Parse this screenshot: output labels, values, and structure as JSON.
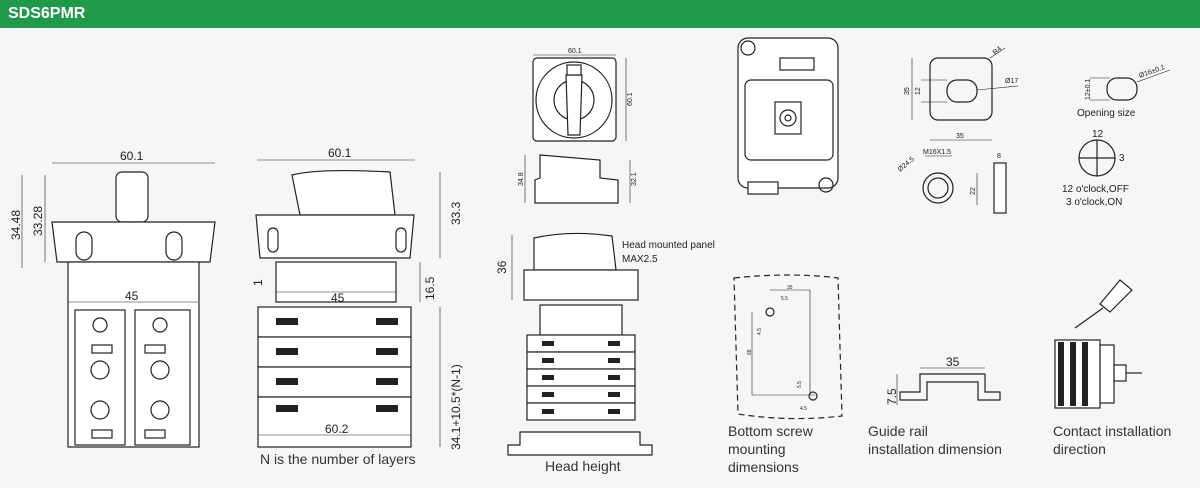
{
  "header": {
    "title": "SDS6PMR",
    "color": "#1f9a4a"
  },
  "front_view": {
    "width": "60.1",
    "height_total": "34.48",
    "height_head": "33.28",
    "body_width": "45"
  },
  "side_view": {
    "width": "60.1",
    "head_height": "33.3",
    "gap": "1",
    "adapter_height": "16.5",
    "adapter_width": "45",
    "body_height_formula": "34.1+10.5*(N-1)",
    "body_width": "60.2",
    "caption": "N is the number of layers"
  },
  "head_view": {
    "top_width": "60.1",
    "top_height": "60.1",
    "side_height_left": "34.8",
    "side_height_right": "32.1",
    "mounted_height": "36",
    "panel_note": "Head mounted panel",
    "panel_max": "MAX2.5",
    "caption": "Head height"
  },
  "panel_cutout": {
    "radius": "R4",
    "height": "35",
    "slot_height": "12",
    "hole_dia": "Ø17",
    "width": "35",
    "thread": "M16X1.5",
    "nut_dia": "Ø24.5",
    "nut_height": "22",
    "nut_thickness": "8"
  },
  "opening": {
    "height": "12±0.1",
    "dia": "Ø16±0.1",
    "caption": "Opening size",
    "clock_12": "12",
    "clock_3": "3",
    "off_state": "12 o'clock,OFF",
    "on_state": "3 o'clock,ON"
  },
  "bottom_screw": {
    "top_width": "35",
    "offset_a": "5.5",
    "offset_b": "4.5",
    "height": "68",
    "offset_c": "5.5",
    "offset_d": "4.5",
    "caption_lines": [
      "Bottom screw",
      "mounting",
      "dimensions"
    ]
  },
  "guide_rail": {
    "width": "35",
    "height": "7.5",
    "caption_lines": [
      "Guide rail",
      "installation dimension"
    ]
  },
  "contact": {
    "caption_lines": [
      "Contact installation",
      "direction"
    ]
  }
}
